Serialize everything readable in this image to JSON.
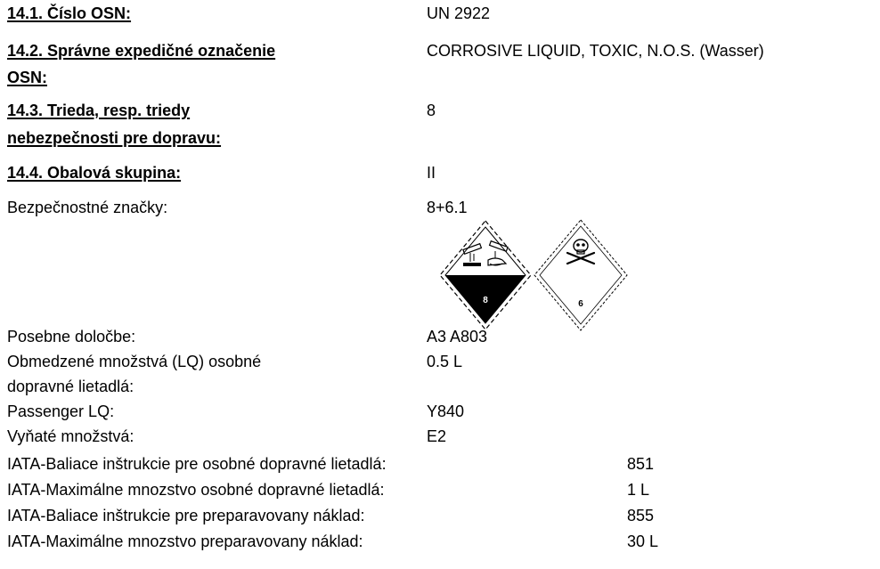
{
  "sections": [
    {
      "lines": [
        "14.1. Číslo OSN:"
      ],
      "value": "UN 2922"
    },
    {
      "lines": [
        "14.2. Správne expedičné označenie ",
        "OSN:"
      ],
      "value": "CORROSIVE LIQUID, TOXIC, N.O.S.  (Wasser)"
    },
    {
      "lines": [
        "14.3. Trieda, resp. triedy ",
        "nebezpečnosti pre dopravu:"
      ],
      "value": "8"
    },
    {
      "lines": [
        "14.4. Obalová skupina:"
      ],
      "value": "II"
    }
  ],
  "safety_labels": {
    "label": "Bezpečnostné značky:",
    "value": "8+6.1"
  },
  "placards": [
    {
      "name": "corrosive",
      "class_number": "8",
      "icon": "corrosive-icon",
      "color": "#000000"
    },
    {
      "name": "toxic",
      "class_number": "6",
      "icon": "skull-crossbones-icon",
      "color": "#000000"
    }
  ],
  "rows": [
    {
      "lines": [
        "Posebne določbe:"
      ],
      "value": "A3 A803"
    },
    {
      "lines": [
        "Obmedzené množstvá (LQ) osobné",
        "dopravné lietadlá:"
      ],
      "value": "0.5 L"
    },
    {
      "lines": [
        "Passenger LQ:"
      ],
      "value": "Y840"
    },
    {
      "lines": [
        "Vyňaté množstvá:"
      ],
      "value": "E2"
    }
  ],
  "iata_rows": [
    {
      "label": "IATA-Baliace inštrukcie pre osobné dopravné lietadlá:",
      "value": "851"
    },
    {
      "label": "IATA-Maximálne mnozstvo osobné dopravné lietadlá:",
      "value": "1 L"
    },
    {
      "label": "IATA-Baliace inštrukcie pre preparavovany náklad:",
      "value": "855"
    },
    {
      "label": "IATA-Maximálne mnozstvo preparavovany náklad:",
      "value": "30 L"
    }
  ]
}
